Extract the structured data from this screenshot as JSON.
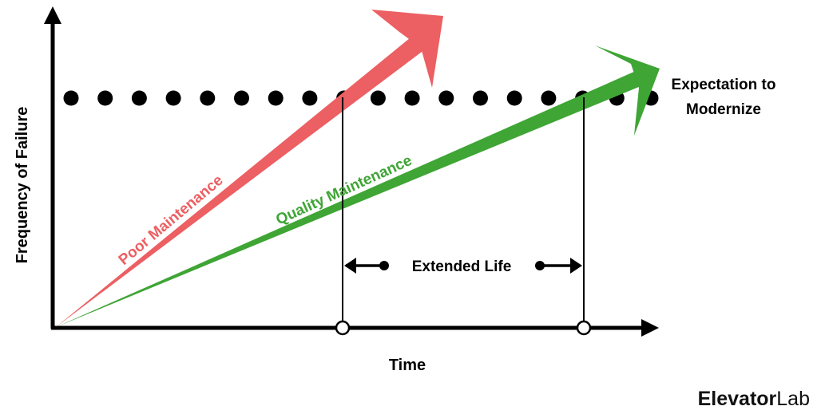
{
  "diagram": {
    "y_axis_label": "Frequency of Failure",
    "x_axis_label": "Time",
    "threshold_label_line1": "Expectation to",
    "threshold_label_line2": "Modernize",
    "poor_label": "Poor Maintenance",
    "quality_label": "Quality Maintenance",
    "extended_label": "Extended Life"
  },
  "colors": {
    "poor": "#ec5f62",
    "quality": "#3fa535",
    "ink": "#000000"
  },
  "brand": {
    "part1": "Elevator",
    "part2": "Lab"
  }
}
